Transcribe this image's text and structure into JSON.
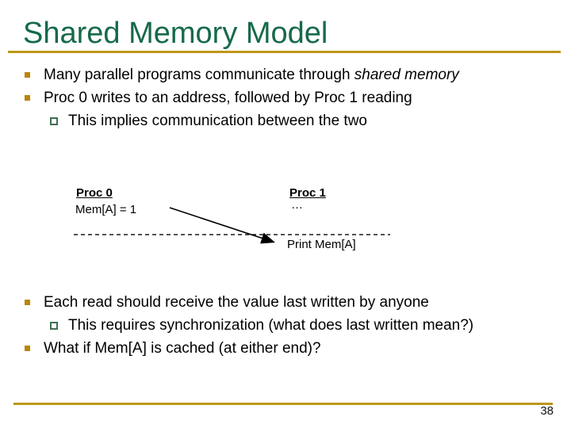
{
  "slide": {
    "title": "Shared Memory Model",
    "page_number": "38",
    "colors": {
      "title_green": "#166A4A",
      "rule_gold": "#BD9718",
      "bullet_gold": "#B8860B",
      "sub_bullet_green": "#3F6F52",
      "text": "#000000"
    }
  },
  "bullets_top": [
    {
      "level": 1,
      "text": "Many parallel programs communicate through ",
      "italic": "shared memory"
    },
    {
      "level": 1,
      "text": "Proc 0 writes to an address, followed by Proc 1 reading"
    },
    {
      "level": 2,
      "text": "This implies communication between the two"
    }
  ],
  "diagram": {
    "proc0_label": "Proc 0",
    "proc0_line": "Mem[A] = 1",
    "proc1_label": "Proc 1",
    "proc1_line": "…",
    "print_label": "Print Mem[A]"
  },
  "bullets_bottom": [
    {
      "level": 1,
      "text": "Each read should receive the value last written by anyone"
    },
    {
      "level": 2,
      "text": "This requires synchronization (what does last written mean?)"
    },
    {
      "level": 1,
      "text": "What if Mem[A] is cached (at either end)?"
    }
  ]
}
